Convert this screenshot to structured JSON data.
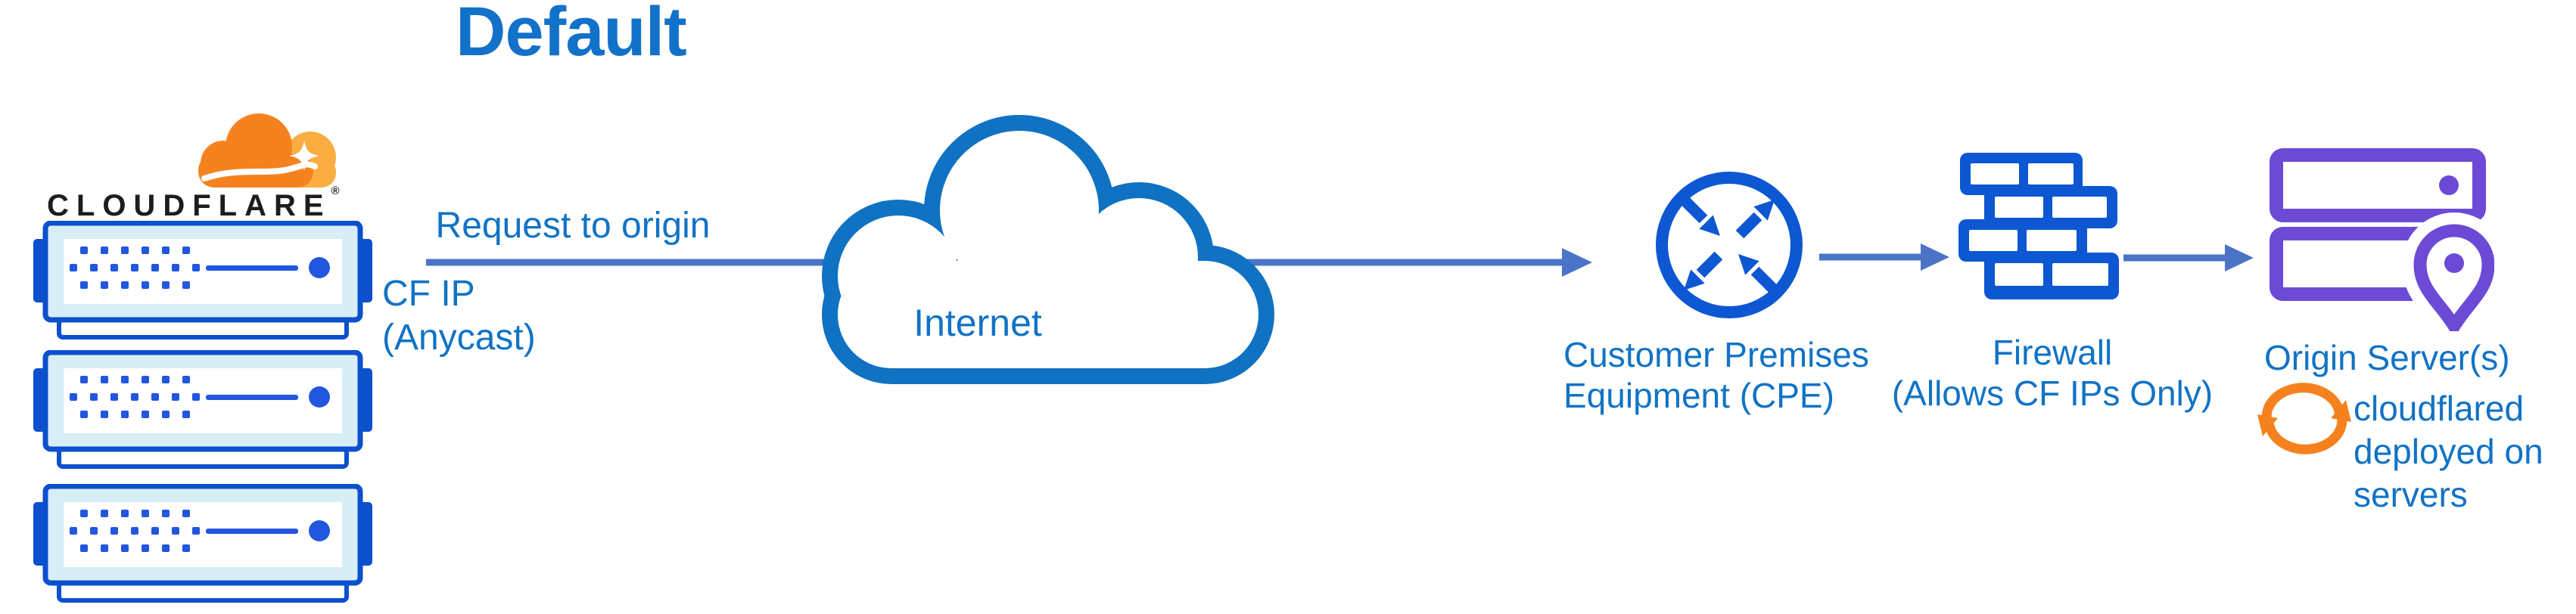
{
  "title": "Default",
  "cloudflare_logo": {
    "wordmark": "CLOUDFLARE",
    "registered": "®"
  },
  "edge": {
    "request_label": "Request to origin",
    "ip_line1": "CF IP",
    "ip_line2": "(Anycast)"
  },
  "internet": {
    "label": "Internet"
  },
  "cpe": {
    "label_line1": "Customer Premises",
    "label_line2": "Equipment (CPE)"
  },
  "firewall": {
    "label_line1": "Firewall",
    "label_line2": "(Allows CF IPs Only)"
  },
  "origin": {
    "label": "Origin Server(s)",
    "note_line1": "cloudflared",
    "note_line2": "deployed on",
    "note_line3": "servers"
  },
  "colors": {
    "label_blue": "#1173c5",
    "title_blue": "#1271c9",
    "icon_blue": "#0d57d2",
    "cloud_stroke_blue": "#0f72c2",
    "arrow_slate_blue": "#4b74c7",
    "server_blue": "#0c50ce",
    "server_panel_cyan": "#d8eef6",
    "server_dots_blue": "#2256de",
    "origin_purple": "#6c4ad6",
    "cf_orange": "#f6821f",
    "cf_light_orange": "#fbad41",
    "wordmark_black": "#1d1d1f"
  }
}
